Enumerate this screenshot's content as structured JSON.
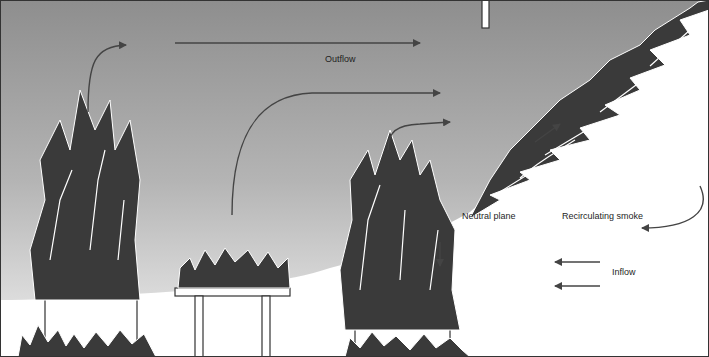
{
  "diagram": {
    "labels": [
      "Outflow",
      "Neutral plane",
      "Recirculating smoke",
      "Inflow"
    ]
  }
}
